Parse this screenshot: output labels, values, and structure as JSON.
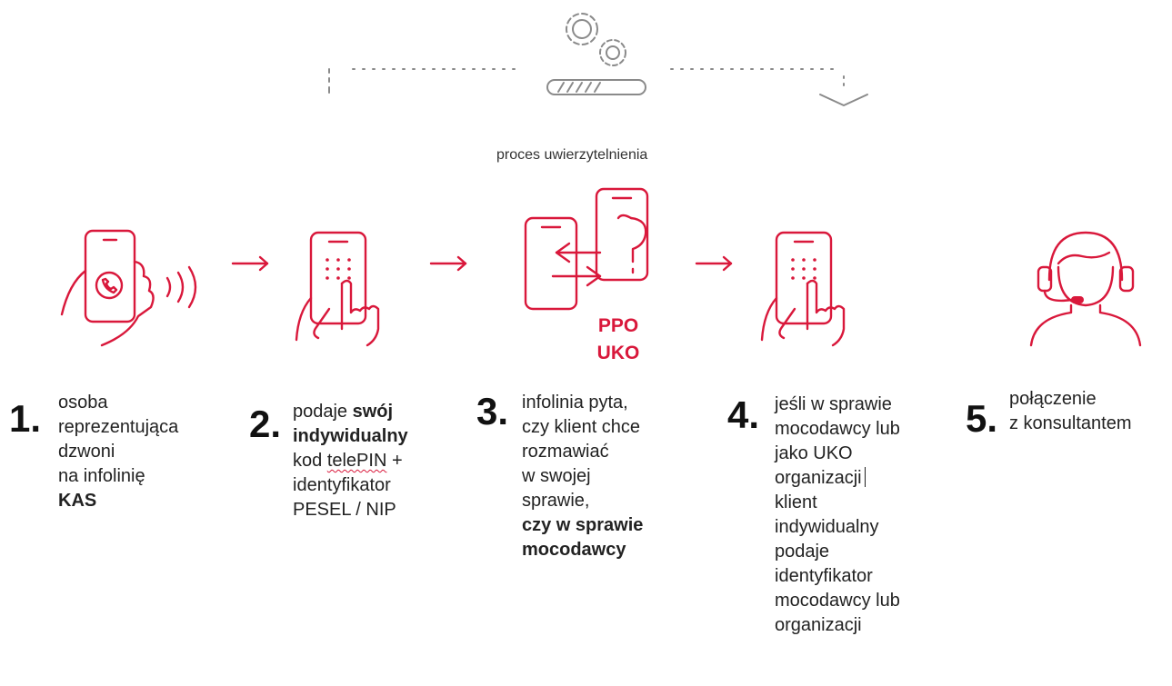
{
  "colors": {
    "accent": "#d9183b",
    "gray": "#8a8a8a",
    "text": "#222222"
  },
  "process_label": "proces uwierzytelnienia",
  "center_badge": {
    "line1": "PPO",
    "line2": "UKO"
  },
  "icons": [
    "gears-icon",
    "progress-bar-icon",
    "phone-call-hand-icon",
    "keypad-hand-icon",
    "phones-exchange-question-icon",
    "keypad-hand-icon",
    "consultant-headset-icon",
    "arrow-right-icon"
  ],
  "steps": [
    {
      "number": "1.",
      "lines": [
        "osoba",
        "reprezentująca",
        "dzwoni",
        "na infolinię",
        "KAS"
      ]
    },
    {
      "number": "2.",
      "lines": [
        "podaje ",
        "swój",
        "indywidualny",
        "kod ",
        "telePIN",
        " +",
        "identyfikator",
        "PESEL / NIP"
      ]
    },
    {
      "number": "3.",
      "lines": [
        "infolinia pyta,",
        "czy klient chce",
        "rozmawiać",
        "w swojej",
        "sprawie,",
        "czy w sprawie",
        "mocodawcy"
      ]
    },
    {
      "number": "4.",
      "lines": [
        "jeśli w sprawie",
        "mocodawcy lub",
        "jako UKO",
        "organizacji",
        "klient",
        "indywidualny",
        "podaje",
        "identyfikator",
        "mocodawcy lub",
        "organizacji"
      ]
    },
    {
      "number": "5.",
      "lines": [
        "połączenie",
        "z konsultantem"
      ]
    }
  ]
}
